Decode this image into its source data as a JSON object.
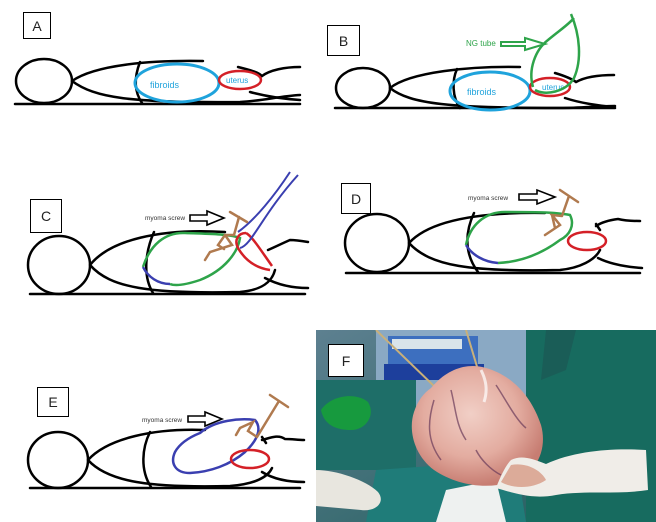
{
  "figure": {
    "panels": [
      {
        "id": "A",
        "label": "A",
        "annotations": {
          "fibroids": "fibroids",
          "uterus": "uterus"
        }
      },
      {
        "id": "B",
        "label": "B",
        "annotations": {
          "fibroids": "fibroids",
          "uterus": "uterus",
          "ng_tube": "NG tube"
        }
      },
      {
        "id": "C",
        "label": "C",
        "annotations": {
          "myoma_screw": "myoma screw"
        }
      },
      {
        "id": "D",
        "label": "D",
        "annotations": {
          "myoma_screw": "myoma screw"
        }
      },
      {
        "id": "E",
        "label": "E",
        "annotations": {
          "myoma_screw": "myoma screw"
        }
      },
      {
        "id": "F",
        "label": "F",
        "content": "photo"
      }
    ],
    "colors": {
      "outline": "#000000",
      "fibroids": "#1fa3dc",
      "uterus": "#d42027",
      "ng_tube": "#2ea44a",
      "myoma_screw": "#b07a4f",
      "blue_tube": "#3a3fb0"
    }
  }
}
